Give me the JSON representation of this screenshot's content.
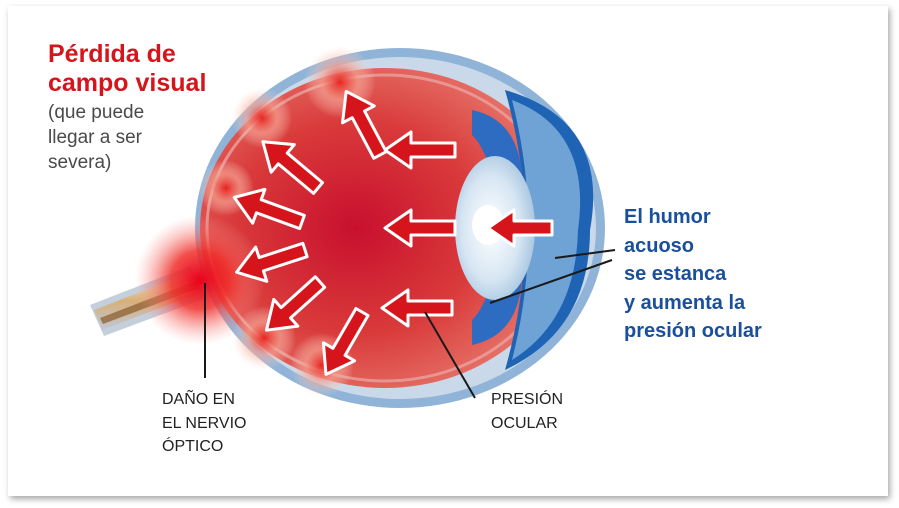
{
  "title": {
    "line1": "Pérdida de",
    "line2": "campo visual"
  },
  "subtitle": {
    "line1": "(que puede",
    "line2": "llegar a ser",
    "line3": "severa)"
  },
  "humor_label": {
    "line1": "El humor",
    "line2": "acuoso",
    "line3": "se estanca",
    "line4": "y aumenta la",
    "line5": "presión ocular"
  },
  "nerve_label": {
    "line1": "DAÑO EN",
    "line2": "EL NERVIO",
    "line3": "ÓPTICO"
  },
  "pressure_label": {
    "line1": "PRESIÓN",
    "line2": "OCULAR"
  },
  "colors": {
    "title_red": "#d6141b",
    "humor_blue": "#1a4f9c",
    "arrow_red": "#d6141b",
    "eye_outer_blue": "#8fb4d8",
    "cornea_blue": "#1f63b5"
  },
  "icons": [
    "eye-cross-section",
    "pressure-arrow",
    "optic-nerve",
    "lens",
    "cornea"
  ]
}
